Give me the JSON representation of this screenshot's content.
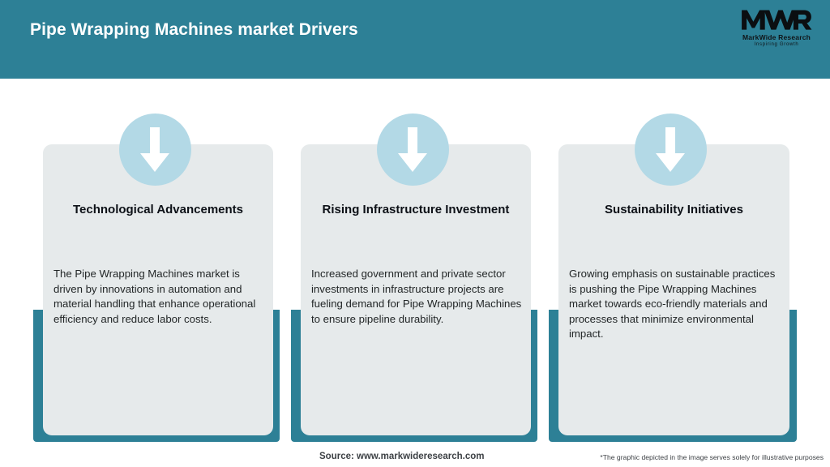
{
  "header": {
    "title": "Pipe Wrapping Machines market Drivers",
    "background_color": "#2d8096",
    "title_color": "#ffffff"
  },
  "logo": {
    "mark": "MWR",
    "name": "MarkWide Research",
    "tagline": "Inspiring Growth"
  },
  "cards": [
    {
      "icon": "down-arrow-icon",
      "title": "Technological Advancements",
      "body": "The Pipe Wrapping Machines market is driven by innovations in automation and material handling that enhance operational efficiency and reduce labor costs."
    },
    {
      "icon": "down-arrow-icon",
      "title": "Rising Infrastructure Investment",
      "body": "Increased government and private sector investments in infrastructure projects are fueling demand for Pipe Wrapping Machines to ensure pipeline durability."
    },
    {
      "icon": "down-arrow-icon",
      "title": "Sustainability Initiatives",
      "body": "Growing emphasis on sustainable practices is pushing the Pipe Wrapping Machines market towards eco-friendly materials and processes that minimize environmental impact."
    }
  ],
  "footer": {
    "source": "Source: www.markwideresearch.com",
    "disclaimer": "*The graphic depicted in the image serves solely for illustrative purposes"
  },
  "colors": {
    "accent_teal": "#2d8096",
    "badge_blue": "#b3d9e6",
    "card_grey": "#e6eaeb",
    "text_dark": "#0d1117"
  }
}
